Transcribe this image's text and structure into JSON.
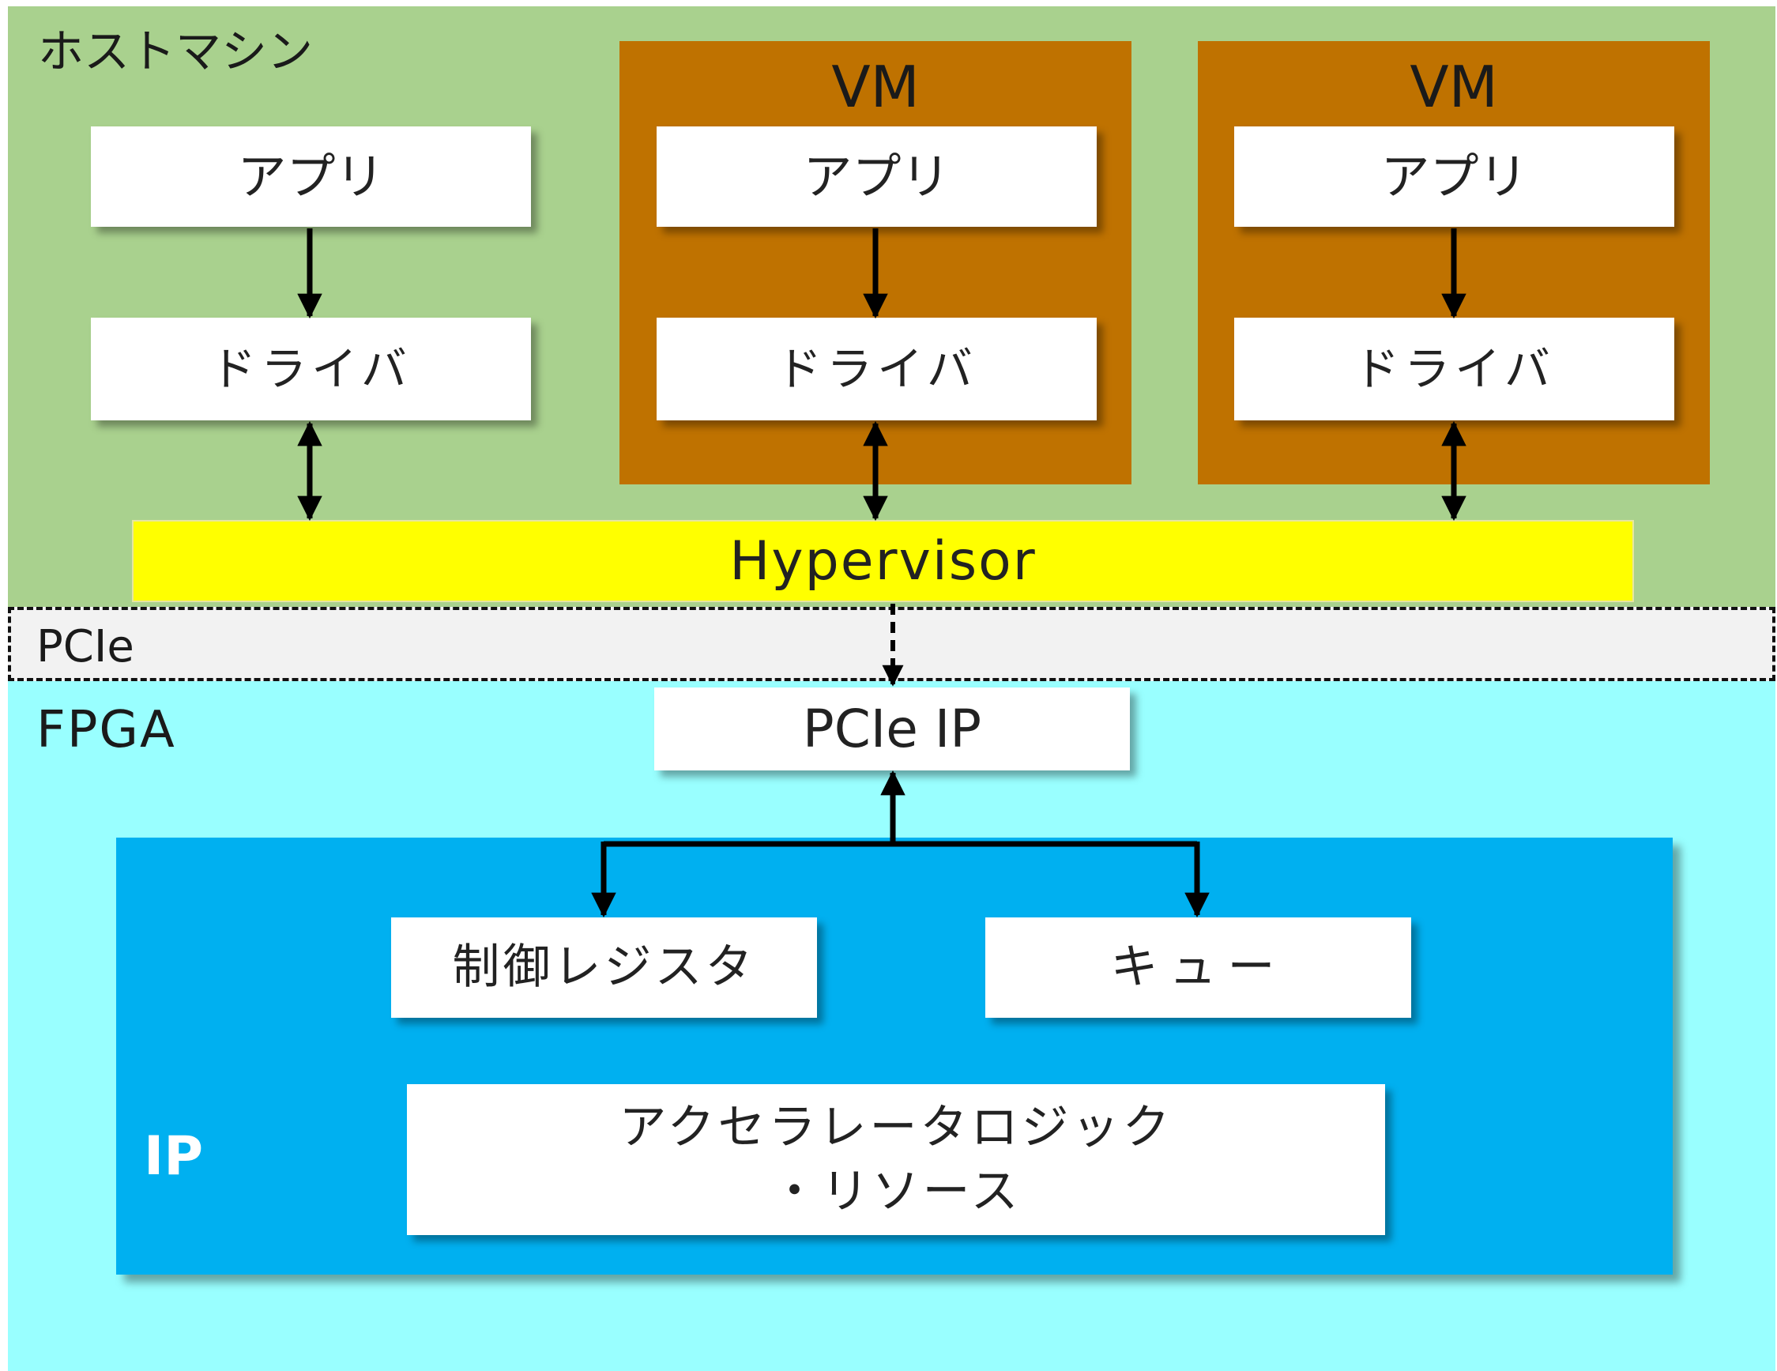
{
  "colors": {
    "host_bg": "#a9d18e",
    "vm_bg": "#bf7200",
    "hypervisor_bg": "#ffff00",
    "pcie_bg": "#f2f2f2",
    "fpga_bg": "#99ffff",
    "ip_bg": "#00b0f0",
    "box_bg": "#ffffff",
    "arrow": "#000000"
  },
  "host": {
    "label": "ホストマシン",
    "app": {
      "label": "アプリ"
    },
    "driver": {
      "label": "ドライバ"
    }
  },
  "vms": [
    {
      "label": "VM",
      "app_label": "アプリ",
      "driver_label": "ドライバ"
    },
    {
      "label": "VM",
      "app_label": "アプリ",
      "driver_label": "ドライバ"
    }
  ],
  "hypervisor": {
    "label": "Hypervisor"
  },
  "pcie": {
    "label": "PCIe"
  },
  "fpga": {
    "label": "FPGA",
    "pcie_ip": {
      "label": "PCIe IP"
    },
    "ip": {
      "label": "IP",
      "control_register": {
        "label": "制御レジスタ"
      },
      "queue": {
        "label": "キュー"
      },
      "accelerator": {
        "line1": "アクセラレータロジック",
        "line2": "・リソース"
      }
    }
  }
}
